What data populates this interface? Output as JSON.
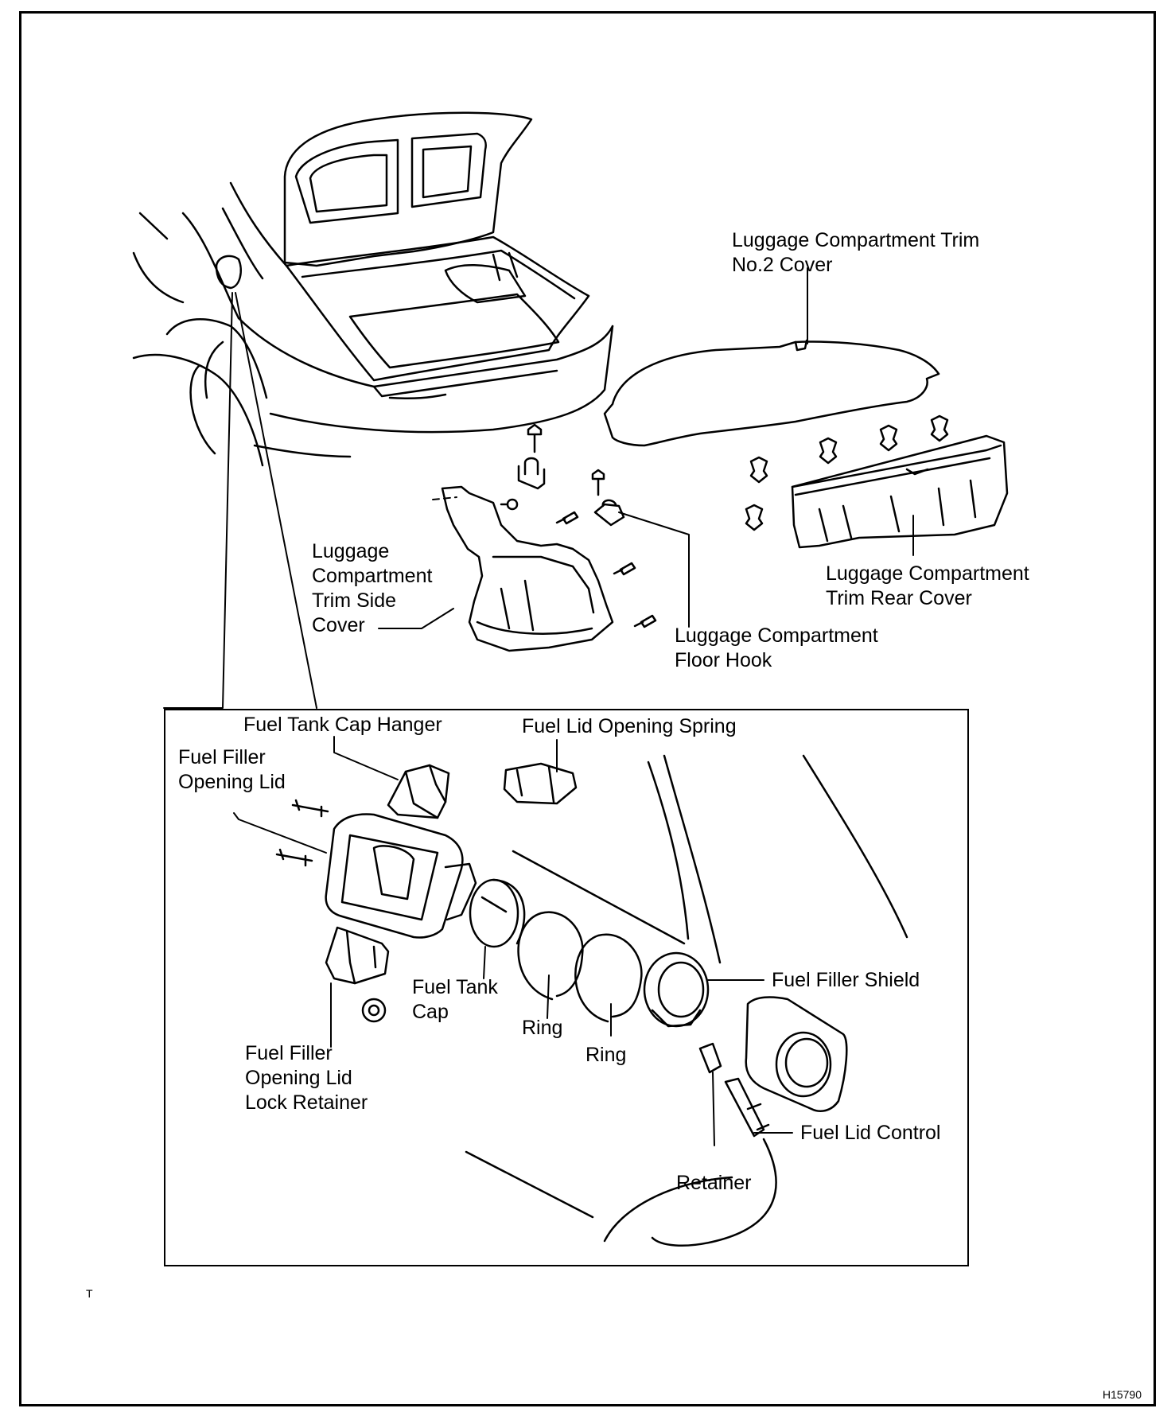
{
  "labels": {
    "trim_no2_cover": "Luggage Compartment Trim\nNo.2 Cover",
    "trim_side_cover": "Luggage\nCompartment\nTrim Side\nCover",
    "trim_rear_cover": "Luggage Compartment\nTrim Rear Cover",
    "floor_hook": "Luggage Compartment\nFloor Hook",
    "fuel_tank_cap_hanger": "Fuel Tank Cap Hanger",
    "fuel_lid_opening_spring": "Fuel Lid Opening Spring",
    "fuel_filler_opening_lid": "Fuel Filler\nOpening Lid",
    "fuel_tank_cap": "Fuel Tank\nCap",
    "ring_1": "Ring",
    "ring_2": "Ring",
    "fuel_filler_shield": "Fuel Filler Shield",
    "lock_retainer": "Fuel Filler\nOpening Lid\nLock Retainer",
    "fuel_lid_control": "Fuel Lid Control",
    "retainer": "Retainer"
  },
  "corner_mark": "T",
  "figure_code": "H15790"
}
